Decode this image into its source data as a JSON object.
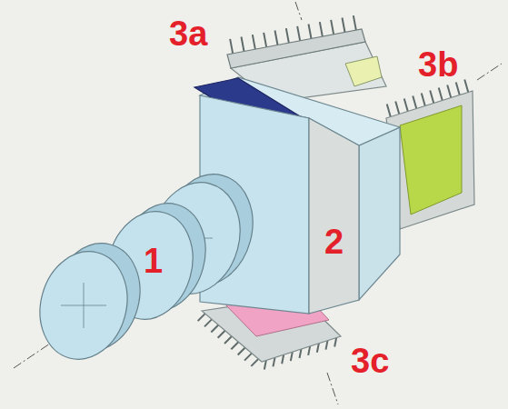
{
  "diagram": {
    "labels": [
      "3a",
      "3b",
      "1",
      "2",
      "3c"
    ]
  }
}
